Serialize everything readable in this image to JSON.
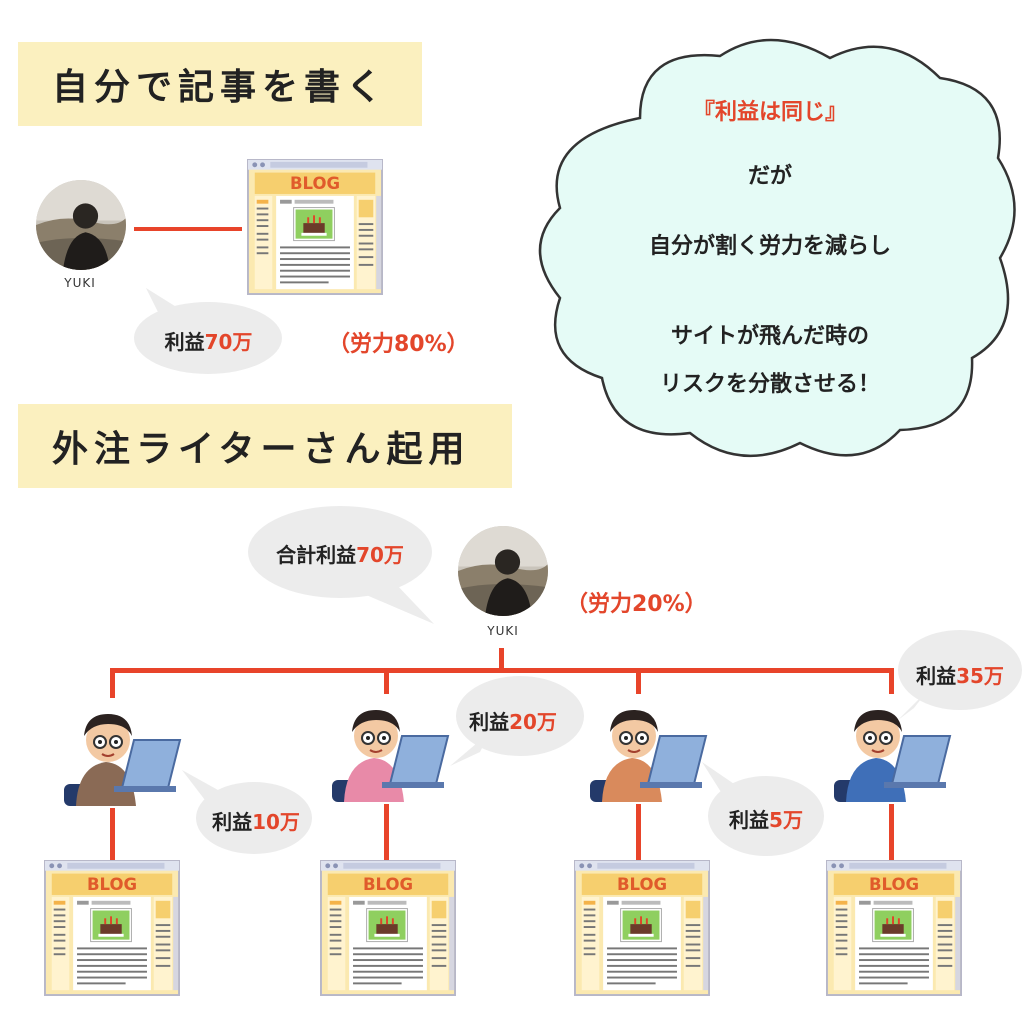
{
  "top_section": {
    "title": "自分で記事を書く",
    "person_label": "YUKI",
    "profit_prefix": "利益",
    "profit_amount": "70万",
    "effort": "（労力80%）"
  },
  "blog_label": "BLOG",
  "cloud": {
    "title": "『利益は同じ』",
    "line2": "だが",
    "line3": "自分が割く労力を減らし",
    "line4": "サイトが飛んだ時の",
    "line5": "リスクを分散させる！"
  },
  "bottom_section": {
    "title": "外注ライターさん起用",
    "person_label": "YUKI",
    "total_prefix": "合計利益",
    "total_amount": "70万",
    "effort": "（労力20%）",
    "writers": [
      {
        "profit_prefix": "利益",
        "profit_amount": "10万"
      },
      {
        "profit_prefix": "利益",
        "profit_amount": "20万"
      },
      {
        "profit_prefix": "利益",
        "profit_amount": "5万"
      },
      {
        "profit_prefix": "利益",
        "profit_amount": "35万"
      }
    ]
  },
  "colors": {
    "accent_red": "#e3462b",
    "title_bg": "#fbf0bf",
    "cloud_fill": "#e5fbf6",
    "bubble_fill": "#ececec"
  }
}
